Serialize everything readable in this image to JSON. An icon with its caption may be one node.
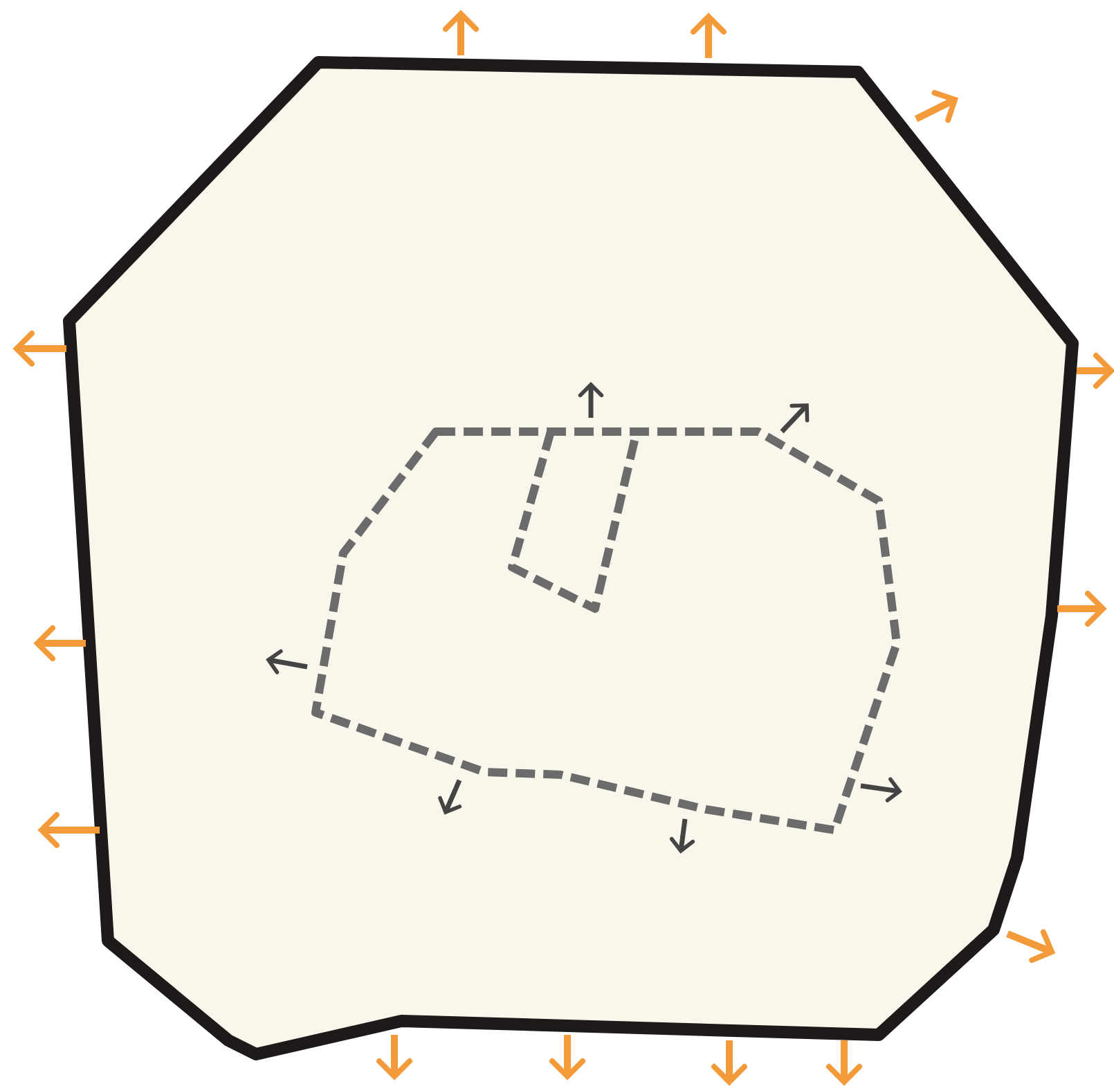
{
  "diagram": {
    "nodes": [
      {
        "text": [],
        "shape": "polygon"
      },
      {
        "text": [],
        "shape": "polygon",
        "in": 0
      }
    ]
  }
}
